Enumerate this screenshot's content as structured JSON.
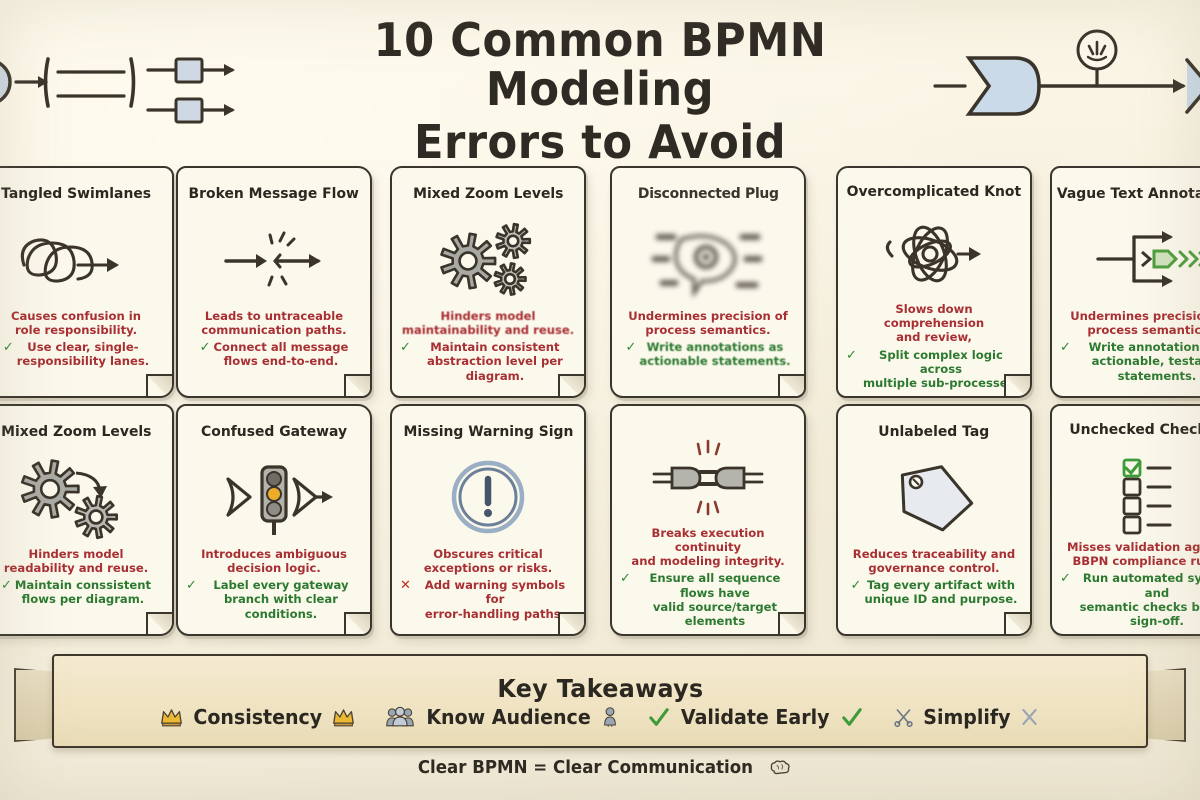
{
  "title": {
    "line1": "10 Common BPMN Modeling",
    "line2": "Errors to Avoid"
  },
  "decorations": {
    "left": [
      "start-event-circle",
      "arrow",
      "parallel-gateway-bars",
      "task-box",
      "task-box",
      "arrow",
      "arrow"
    ],
    "right": [
      "shaded-data-shape",
      "intermediate-event-circle",
      "arrow",
      "chevron-gateway"
    ]
  },
  "colors": {
    "background": "#f7f2e2",
    "card_background": "#fbf8ec",
    "ink": "#2b2721",
    "harm_red": "#a82f33",
    "fix_green": "#2c7a30",
    "cross_red": "#c32b22",
    "banner_background": "#f0e4c4"
  },
  "rows": [
    {
      "cards": [
        {
          "title": "Tangled Swimlanes",
          "icon": "tangled-scribble-arrow-icon",
          "harm": "Causes confusion in\nrole responsibility.",
          "fix_mark": "check",
          "fix_mark_glyph": "✓",
          "fix_text": "Use clear, single-\nresponsibility lanes.",
          "fix_color": "red",
          "clipped": "left"
        },
        {
          "title": "Broken Message Flow",
          "icon": "broken-arrow-burst-icon",
          "harm": "Leads to untraceable\ncommunication paths.",
          "fix_mark": "check",
          "fix_mark_glyph": "✓",
          "fix_text": "Connect all message\nflows end-to-end.",
          "fix_color": "red",
          "clipped": "none"
        },
        {
          "title": "Mixed Zoom Levels",
          "icon": "three-gears-icon",
          "harm": "Hinders model\nmaintainability and reuse.",
          "harm_garbled": true,
          "fix_mark": "check",
          "fix_mark_glyph": "✓",
          "fix_text": "Maintain consistent\nabstraction level per diagram.",
          "fix_color": "red",
          "clipped": "none"
        },
        {
          "title": "Disconnected Plug",
          "title_garbled": true,
          "icon": "blurred-speech-bubble-icon",
          "icon_blurred": true,
          "harm": "Undermines precision of\nprocess semantics.",
          "fix_mark": "check",
          "fix_mark_glyph": "✓",
          "fix_text": "Write annotations as\nactionable statements.",
          "fix_text_garbled": true,
          "fix_color": "green",
          "clipped": "none"
        },
        {
          "title": "Overcomplicated Knot",
          "icon": "knot-scribble-arrow-icon",
          "harm": "Slows down comprehension\nand review,",
          "fix_mark": "check",
          "fix_mark_glyph": "✓",
          "fix_text": "Split complex logic across\nmultiple sub-processes.",
          "fix_color": "green",
          "clipped": "none"
        },
        {
          "title": "Vague Text Annotations",
          "icon": "split-flow-green-chevrons-icon",
          "harm": "Undermines precision of\nprocess semantics.",
          "fix_mark": "check",
          "fix_mark_glyph": "✓",
          "fix_text": "Write annotations as\nactionable, testable statements.",
          "fix_color": "green",
          "clipped": "right"
        }
      ]
    },
    {
      "cards": [
        {
          "title": "Mixed Zoom Levels",
          "icon": "two-gears-arrow-icon",
          "harm": "Hinders model\nreadability and reuse.",
          "fix_mark": "check",
          "fix_mark_glyph": "✓",
          "fix_text": "Maintain conssistent\nflows per diagram.",
          "fix_color": "green",
          "clipped": "left"
        },
        {
          "title": "Confused Gateway",
          "icon": "traffic-light-gateway-icon",
          "harm": "Introduces ambiguous\ndecision logic.",
          "fix_mark": "check",
          "fix_mark_glyph": "✓",
          "fix_text": "Label every gateway\nbranch with clear conditions.",
          "fix_color": "green",
          "clipped": "none"
        },
        {
          "title": "Missing Warning Sign",
          "icon": "exclamation-circle-icon",
          "harm": "Obscures critical\nexceptions or risks.",
          "fix_mark": "cross",
          "fix_mark_glyph": "✕",
          "fix_text": "Add warning symbols for\nerror-handling paths.",
          "fix_color": "red",
          "clipped": "none"
        },
        {
          "title": "",
          "icon": "unplugged-plugs-icon",
          "harm": "Breaks execution continuity\nand modeling integrity.",
          "fix_mark": "check",
          "fix_mark_glyph": "✓",
          "fix_text": "Ensure all sequence flows have\nvalid source/target elements",
          "fix_color": "green",
          "clipped": "none"
        },
        {
          "title": "Unlabeled Tag",
          "icon": "price-tag-icon",
          "harm": "Reduces traceability and\ngovernance control.",
          "fix_mark": "check",
          "fix_mark_glyph": "✓",
          "fix_text": "Tag every artifact with\nunique ID and purpose.",
          "fix_color": "green",
          "clipped": "none"
        },
        {
          "title": "Unchecked Checklist",
          "icon": "checklist-icon",
          "harm": "Misses validation against\nBBPN compliance rules.",
          "fix_mark": "check",
          "fix_mark_glyph": "✓",
          "fix_text": "Run automated syntax and\nsemantic checks before sign-off.",
          "fix_color": "green",
          "clipped": "right"
        }
      ]
    }
  ],
  "banner": {
    "title": "Key Takeaways",
    "takeaways": [
      {
        "label": "Consistency",
        "icon_left": "crown-icon",
        "icon_right": "crown-icon"
      },
      {
        "label": "Know Audience",
        "icon_left": "people-icon",
        "icon_right": "person-icon"
      },
      {
        "label": "Validate Early",
        "icon_left": "check-icon",
        "icon_right": "check-icon"
      },
      {
        "label": "Simplify",
        "icon_left": "scissors-icon",
        "icon_right": "scissors-x-icon"
      }
    ]
  },
  "footer": {
    "text": "Clear BPMN = Clear Communication",
    "icon": "brain-icon"
  }
}
